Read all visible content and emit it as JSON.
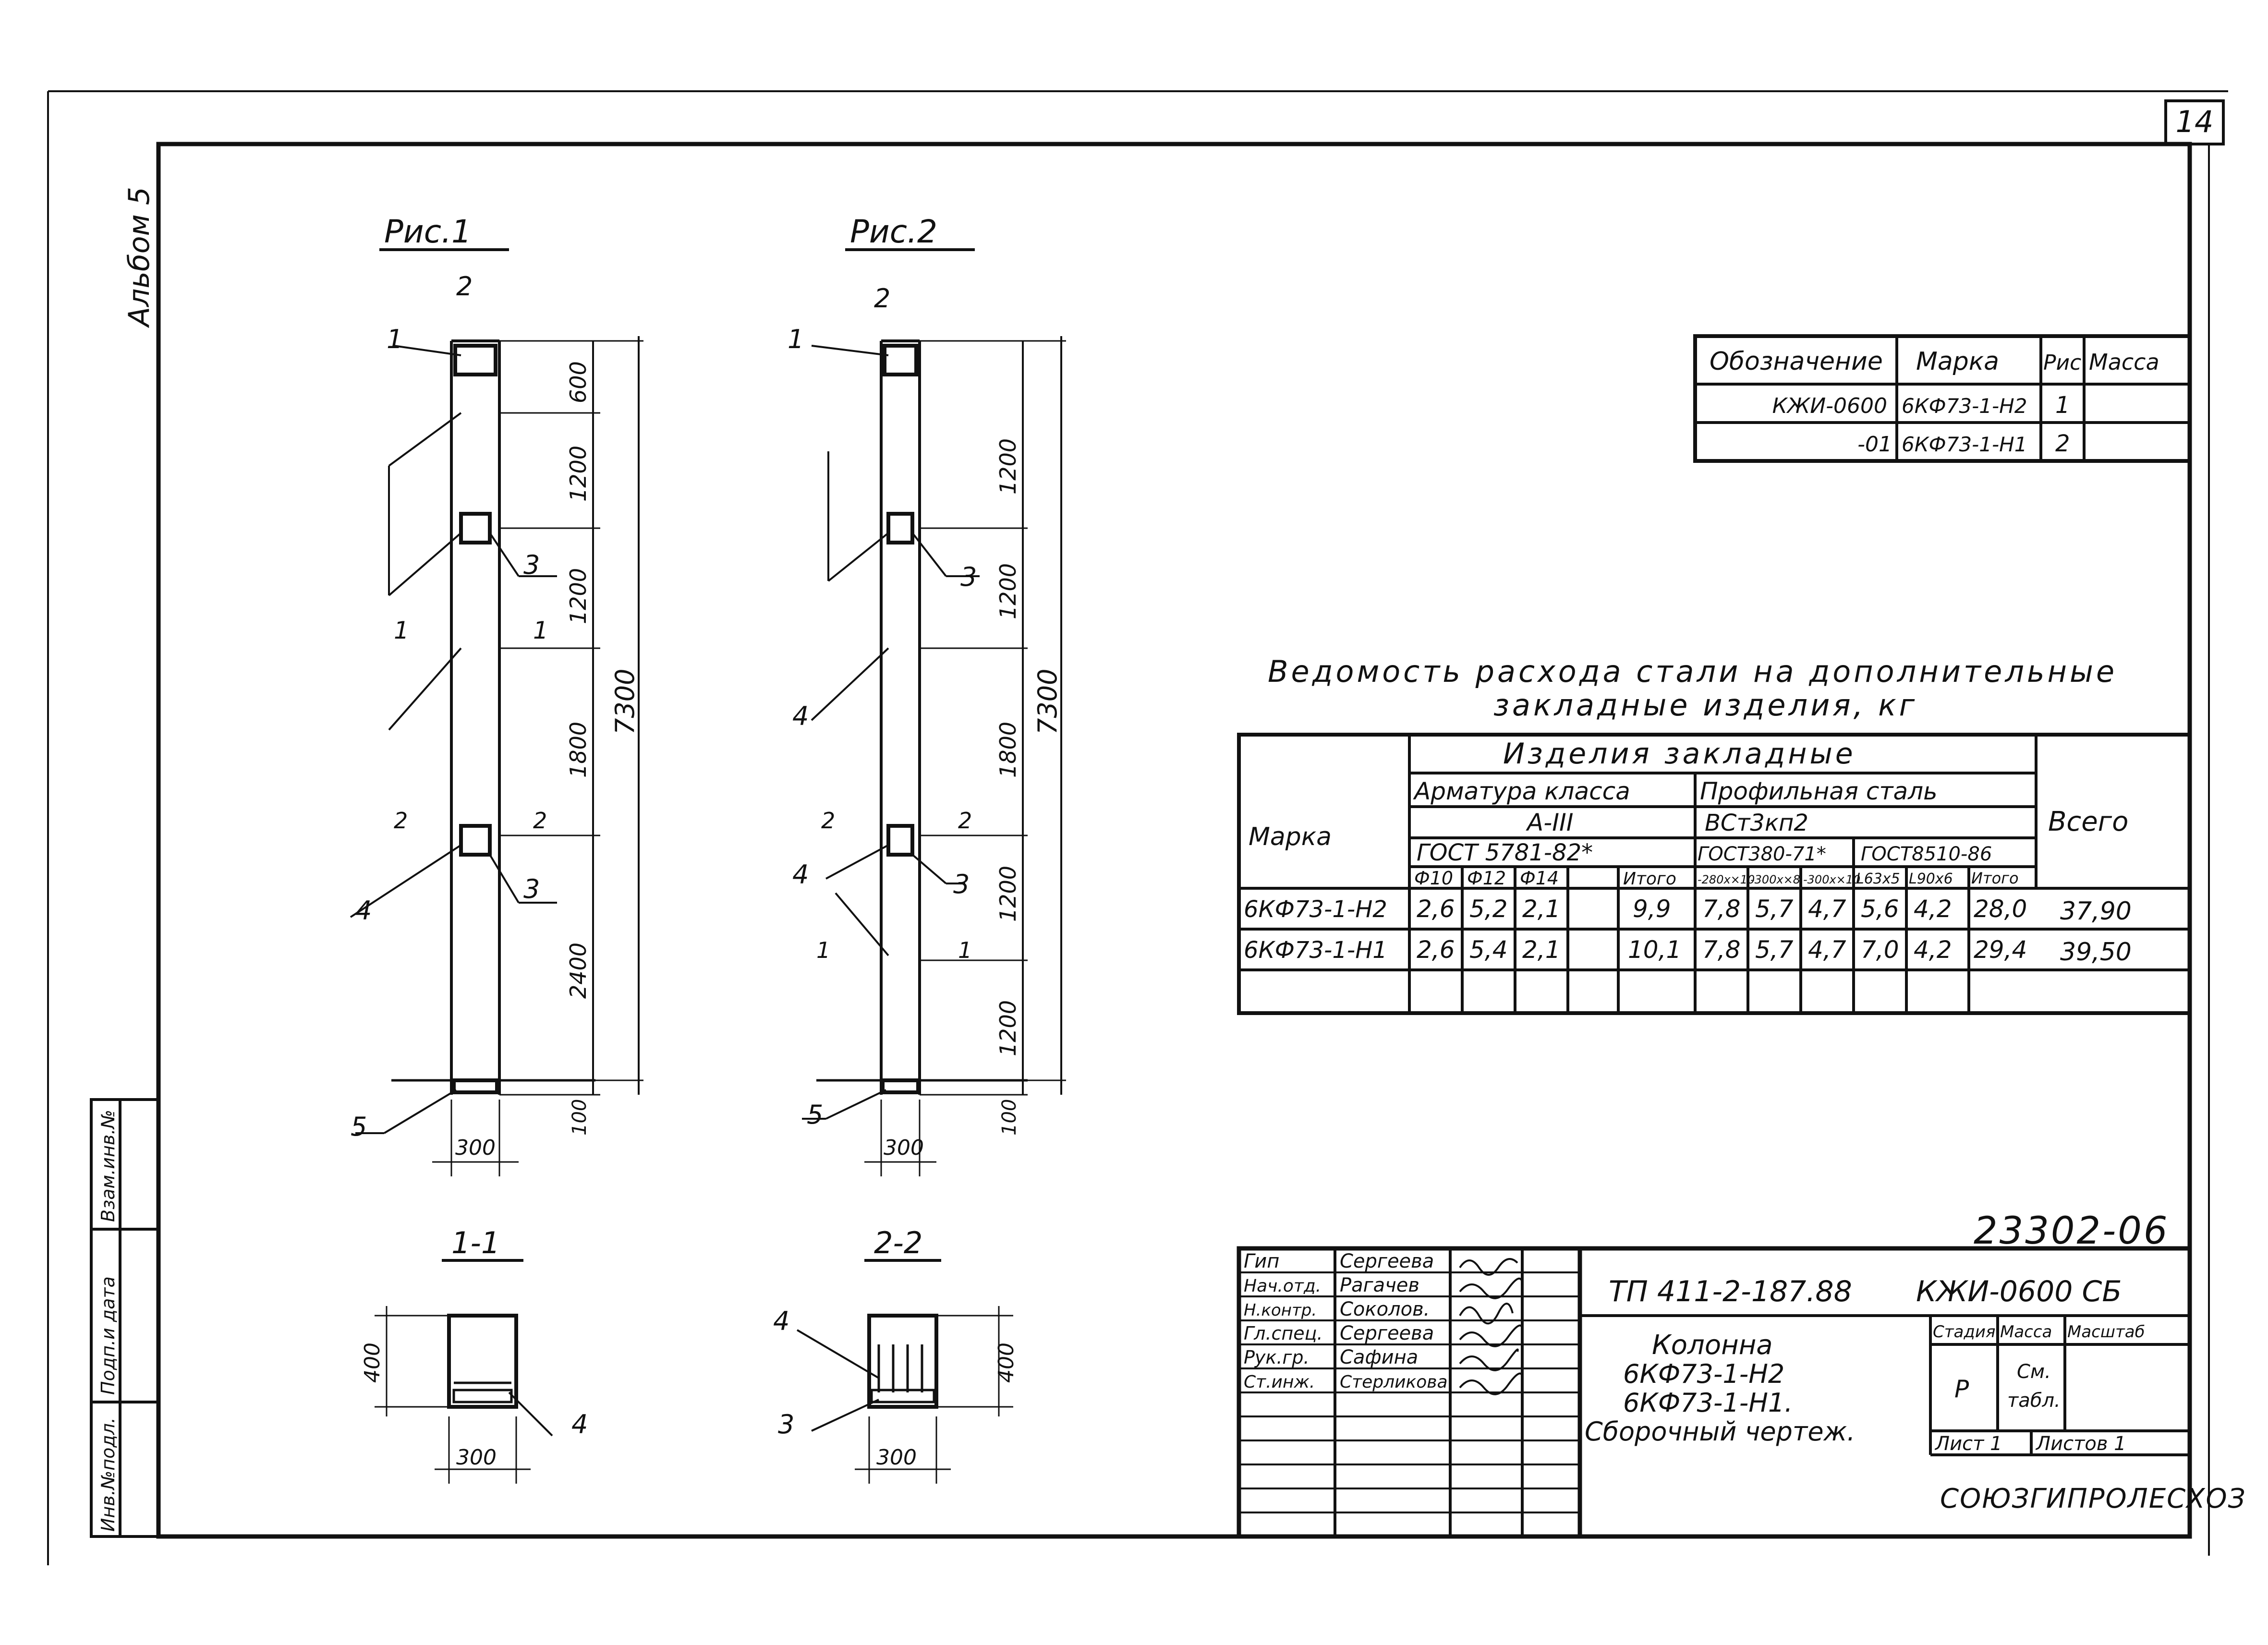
{
  "sheet": {
    "number": "14",
    "album": "Альбом 5",
    "drawing_code": "23302-06"
  },
  "side_stamp": [
    "Инв.№подл.",
    "Подп.и дата",
    "Взам.инв.№"
  ],
  "figures": {
    "fig1_title": "Рис.1",
    "fig2_title": "Рис.2",
    "fig1": {
      "dims": [
        "600",
        "1200",
        "1200",
        "1800",
        "2400",
        "100"
      ],
      "overall": "7300",
      "width": "300",
      "callouts": [
        "1",
        "2",
        "3",
        "3",
        "4",
        "5"
      ],
      "section_marks": [
        "1",
        "1",
        "2",
        "2"
      ]
    },
    "fig2": {
      "dims": [
        "1200",
        "1200",
        "1800",
        "1200",
        "1200",
        "100"
      ],
      "overall": "7300",
      "width": "300",
      "callouts": [
        "1",
        "2",
        "3",
        "3",
        "4",
        "4",
        "5"
      ],
      "section_marks": [
        "2",
        "2",
        "1",
        "1"
      ]
    }
  },
  "sections": {
    "s1_title": "1-1",
    "s2_title": "2-2",
    "s1": {
      "height": "400",
      "width": "300",
      "callout": "4"
    },
    "s2": {
      "height": "400",
      "width": "300",
      "callouts": [
        "4",
        "3"
      ]
    }
  },
  "designation_table": {
    "headers": [
      "Обозначение",
      "Марка",
      "Рис.",
      "Масса"
    ],
    "rows": [
      [
        "КЖИ-0600",
        "6КФ73-1-Н2",
        "1",
        ""
      ],
      [
        "-01",
        "6КФ73-1-Н1",
        "2",
        ""
      ]
    ]
  },
  "steel_table": {
    "title_line1": "Ведомость расхода стали на дополнительные",
    "title_line2": "закладные изделия, кг",
    "h_marka": "Марка",
    "h_izdelia": "Изделия закладные",
    "h_armatura": "Арматура класса",
    "h_armatura_class": "А-III",
    "h_armatura_gost": "ГОСТ 5781-82*",
    "h_profil": "Профильная сталь",
    "h_profil_grade": "ВСт3кп2",
    "h_gost380": "ГОСТ380-71*",
    "h_gost8510": "ГОСТ8510-86",
    "h_vsego": "Всего",
    "sub_headers": [
      "Ф10",
      "Ф12",
      "Ф14",
      "",
      "Итого",
      "-280x×10",
      "-300x×8",
      "-300x×10",
      "L63x5",
      "L90x6",
      "Итого"
    ],
    "rows": [
      {
        "marka": "6КФ73-1-Н2",
        "cells": [
          "2,6",
          "5,2",
          "2,1",
          "",
          "9,9",
          "7,8",
          "5,7",
          "4,7",
          "5,6",
          "4,2",
          "28,0"
        ],
        "total": "37,90"
      },
      {
        "marka": "6КФ73-1-Н1",
        "cells": [
          "2,6",
          "5,4",
          "2,1",
          "",
          "10,1",
          "7,8",
          "5,7",
          "4,7",
          "7,0",
          "4,2",
          "29,4"
        ],
        "total": "39,50"
      }
    ]
  },
  "title_block": {
    "signatures": [
      {
        "role": "Гип",
        "name": "Сергеева"
      },
      {
        "role": "Нач.отд.",
        "name": "Рагачев"
      },
      {
        "role": "Н.контр.",
        "name": "Соколов."
      },
      {
        "role": "Гл.спец.",
        "name": "Сергеева"
      },
      {
        "role": "Рук.гр.",
        "name": "Сафина"
      },
      {
        "role": "Ст.инж.",
        "name": "Стерликова"
      }
    ],
    "project": "ТП 411-2-187.88",
    "code": "КЖИ-0600 СБ",
    "name_lines": [
      "Колонна",
      "6КФ73-1-Н2",
      "6КФ73-1-Н1.",
      "Сборочный чертеж."
    ],
    "stage_label": "Стадия",
    "mass_label": "Масса",
    "scale_label": "Масштаб",
    "stage": "Р",
    "mass": "См.",
    "mass2": "табл.",
    "sheet_label": "Лист 1",
    "sheets_label": "Листов 1",
    "organization": "СОЮЗГИПРОЛЕСХОЗ"
  }
}
